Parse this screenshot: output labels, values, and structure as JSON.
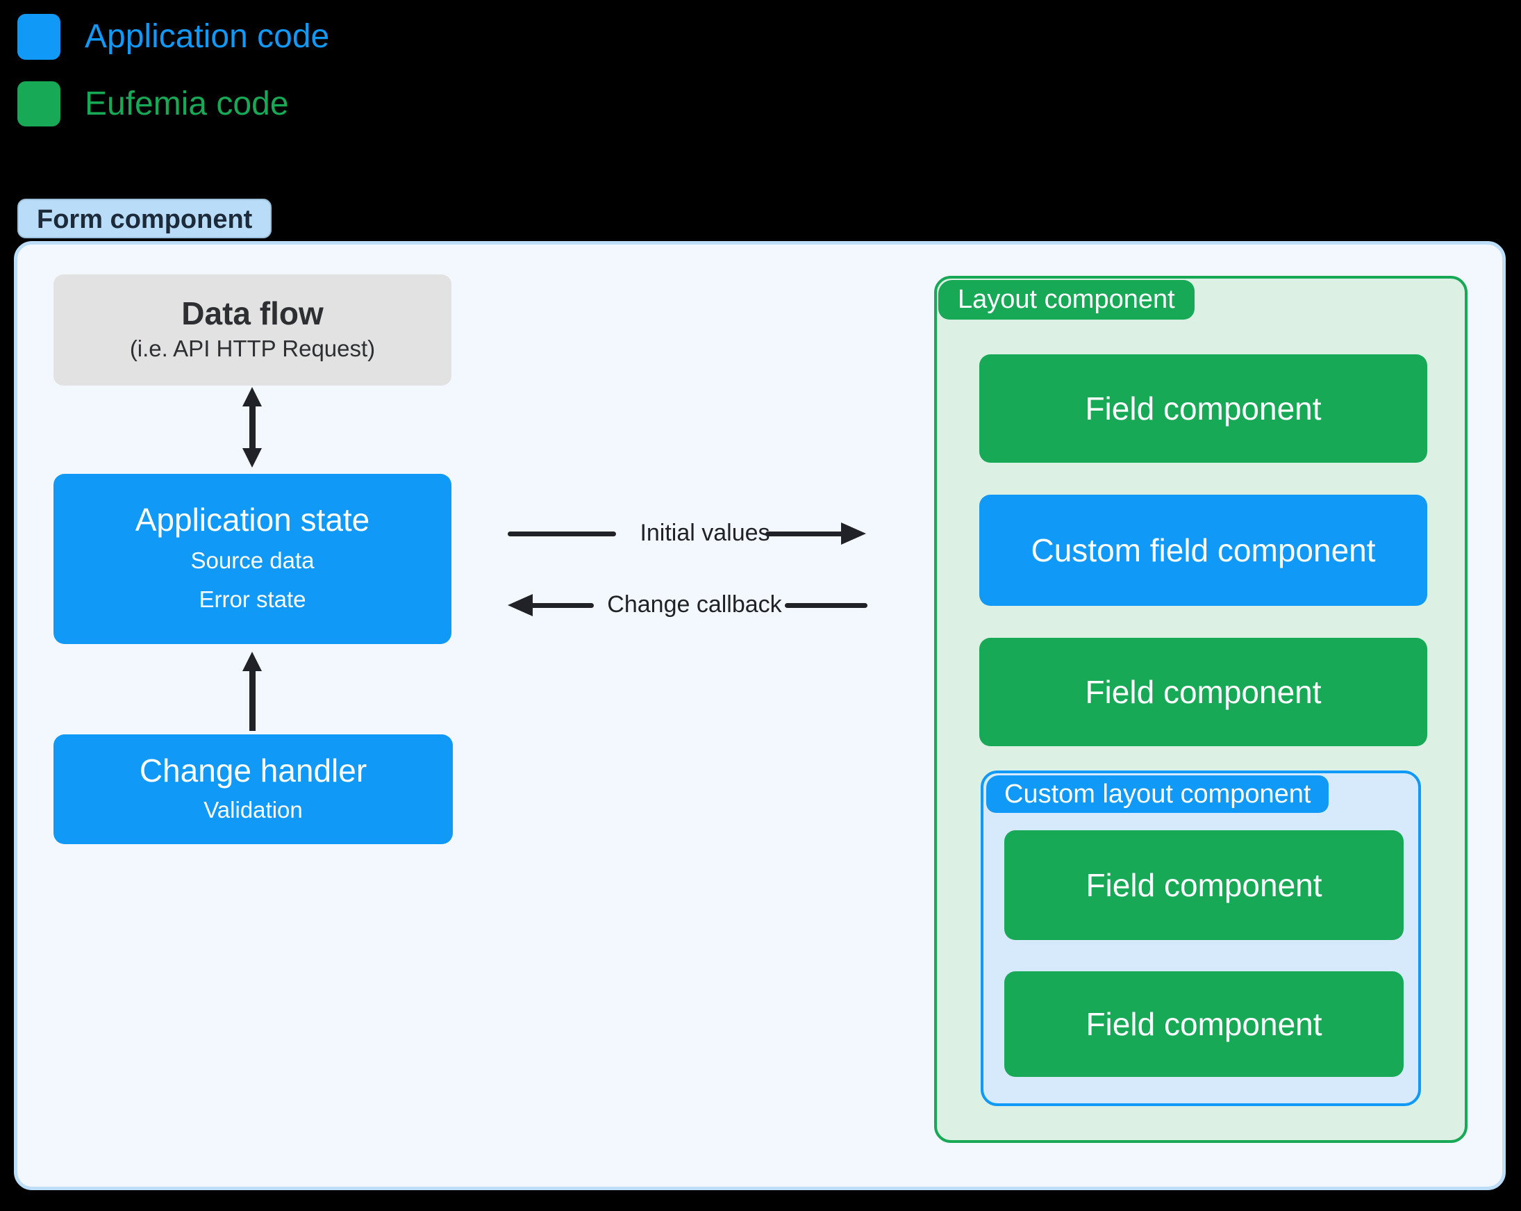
{
  "colors": {
    "application_blue": "#1199f7",
    "eufemia_green": "#18a957",
    "neutral_gray": "#e2e2e2",
    "form_badge_bg": "#b9ddf8",
    "form_container_bg": "#f2f8fd",
    "form_container_border": "#bcdef8",
    "layout_container_bg": "#dcf0e3",
    "custom_layout_bg": "#d7eafc",
    "arrow_color": "#212227"
  },
  "legend": {
    "items": [
      {
        "label": "Application code",
        "color": "#1199f7"
      },
      {
        "label": "Eufemia code",
        "color": "#18a957"
      }
    ]
  },
  "form_badge": "Form component",
  "left_column": {
    "data_flow": {
      "title": "Data flow",
      "subtitle": "(i.e. API HTTP Request)"
    },
    "application_state": {
      "title": "Application state",
      "line1": "Source data",
      "line2": "Error state"
    },
    "change_handler": {
      "title": "Change handler",
      "line1": "Validation"
    }
  },
  "flow_arrows": {
    "top_label": "Initial values",
    "bottom_label": "Change callback"
  },
  "layout_component": {
    "badge": "Layout component",
    "field_1": "Field component",
    "custom_field": "Custom field component",
    "field_2": "Field component",
    "custom_layout": {
      "badge": "Custom layout component",
      "field_1": "Field component",
      "field_2": "Field component"
    }
  }
}
